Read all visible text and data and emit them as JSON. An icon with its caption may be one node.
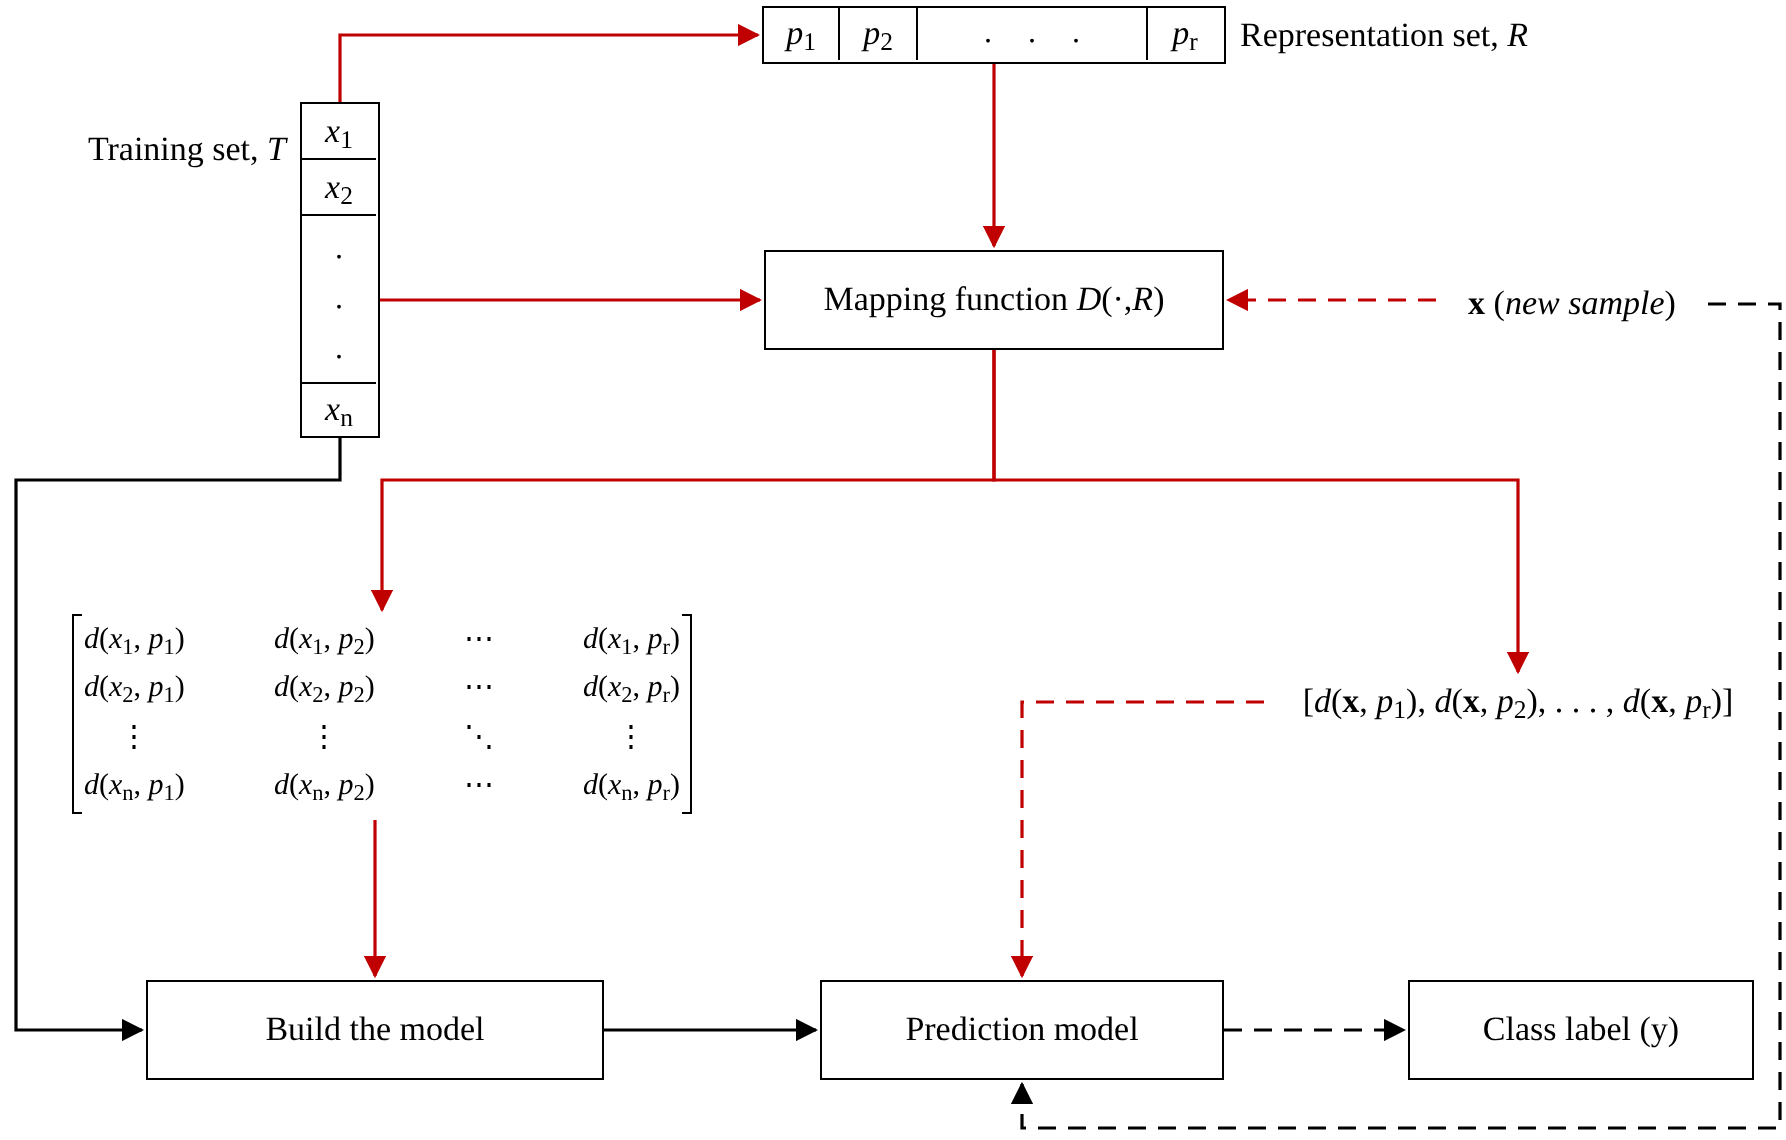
{
  "diagram": {
    "nodes": [
      {
        "text": [
          "Training set, *T*"
        ]
      },
      {
        "text": [
          "*x*$_{1}$"
        ],
        "in": 0
      },
      {
        "text": [
          "*x*$_{2}$"
        ],
        "in": 0
      },
      {
        "text": [
          ".",
          ".",
          "."
        ],
        "in": 0
      },
      {
        "text": [
          "*x*$_{n}$"
        ],
        "in": 0
      },
      {
        "text": [
          "Representation set, *R*"
        ]
      },
      {
        "text": [
          "*p*$_{1}$"
        ],
        "in": 5
      },
      {
        "text": [
          "*p*$_{2}$"
        ],
        "in": 5
      },
      {
        "text": [
          ".",
          ".",
          "."
        ],
        "in": 5
      },
      {
        "text": [
          "*p*$_{r}$"
        ],
        "in": 5
      },
      {
        "text": [
          "Mapping function *D*(·,*R*)"
        ]
      },
      {
        "text": [
          "**x** (*new sample*)"
        ]
      },
      {
        "text": [
          "*d*(*x*$_{1}$, *p*$_{1}$)",
          "*d*(*x*$_{1}$, *p*$_{2}$)",
          "⋯",
          "*d*(*x*$_{1}$, *p*$_{r}$)",
          "*d*(*x*$_{2}$, *p*$_{1}$)",
          "*d*(*x*$_{2}$, *p*$_{2}$)",
          "⋯",
          "*d*(*x*$_{2}$, *p*$_{r}$)",
          "⋮",
          "⋮",
          "⋱",
          "⋮",
          "*d*(*x*$_{n}$, *p*$_{1}$)",
          "*d*(*x*$_{n}$, *p*$_{2}$)",
          "⋯",
          "*d*(*x*$_{n}$, *p*$_{r}$)"
        ]
      },
      {
        "text": [
          "[*d*(**x**, *p*$_{1}$), *d*(**x**, *p*$_{2}$), . . . , *d*(**x**, *p*$_{r}$)]"
        ]
      },
      {
        "text": [
          "Build the model"
        ]
      },
      {
        "text": [
          "Prediction model"
        ]
      },
      {
        "text": [
          "Class label (y)"
        ]
      }
    ],
    "edges": [
      {
        "from": 0,
        "to": 5,
        "arrow": "to"
      },
      {
        "from": 0,
        "to": 10,
        "arrow": "to"
      },
      {
        "from": 5,
        "to": 10,
        "arrow": "to"
      },
      {
        "from": 11,
        "to": 10,
        "arrow": "to",
        "style": "dashed"
      },
      {
        "from": 10,
        "to": 12,
        "arrow": "to"
      },
      {
        "from": 10,
        "to": 13,
        "arrow": "to"
      },
      {
        "from": 12,
        "to": 14,
        "arrow": "to"
      },
      {
        "from": 0,
        "to": 14,
        "arrow": "to",
        "color": "#000000"
      },
      {
        "from": 14,
        "to": 15,
        "arrow": "to",
        "color": "#000000"
      },
      {
        "from": 13,
        "to": 15,
        "arrow": "to",
        "style": "dashed"
      },
      {
        "from": 15,
        "to": 16,
        "arrow": "to",
        "style": "dashed",
        "color": "#000000"
      },
      {
        "from": 11,
        "to": 15,
        "arrow": "to",
        "style": "dashed",
        "color": "#000000"
      }
    ]
  }
}
